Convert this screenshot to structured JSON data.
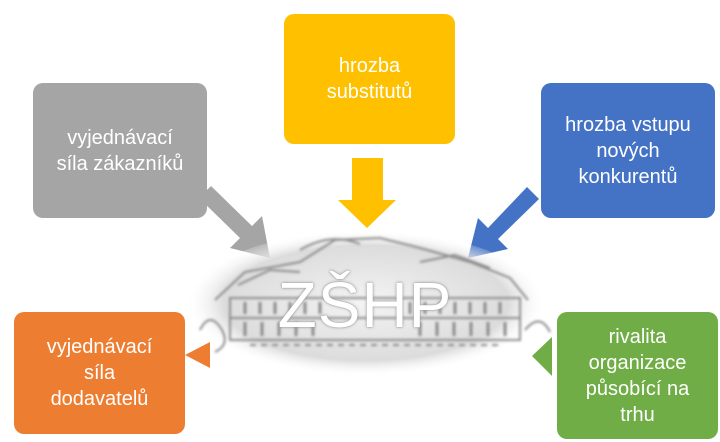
{
  "center": {
    "label": "ZŠHP"
  },
  "boxes": {
    "top": {
      "lines": [
        "hrozba",
        "substitutů"
      ]
    },
    "left": {
      "lines": [
        "vyjednávací",
        "síla zákazníků"
      ]
    },
    "right": {
      "lines": [
        "hrozba vstupu",
        "nových",
        "konkurentů"
      ]
    },
    "bottom_left": {
      "lines": [
        "vyjednávací",
        "síla",
        "dodavatelů"
      ]
    },
    "bottom_right": {
      "lines": [
        "rivalita",
        "organizace",
        "působící na",
        "trhu"
      ]
    }
  },
  "colors": {
    "top": "#FFC000",
    "left": "#A5A5A5",
    "right": "#4472C4",
    "bottom_left": "#ED7D31",
    "bottom_right": "#70AD47",
    "center_fill": "#EDEDED",
    "center_sketch": "#8C8C8C"
  }
}
